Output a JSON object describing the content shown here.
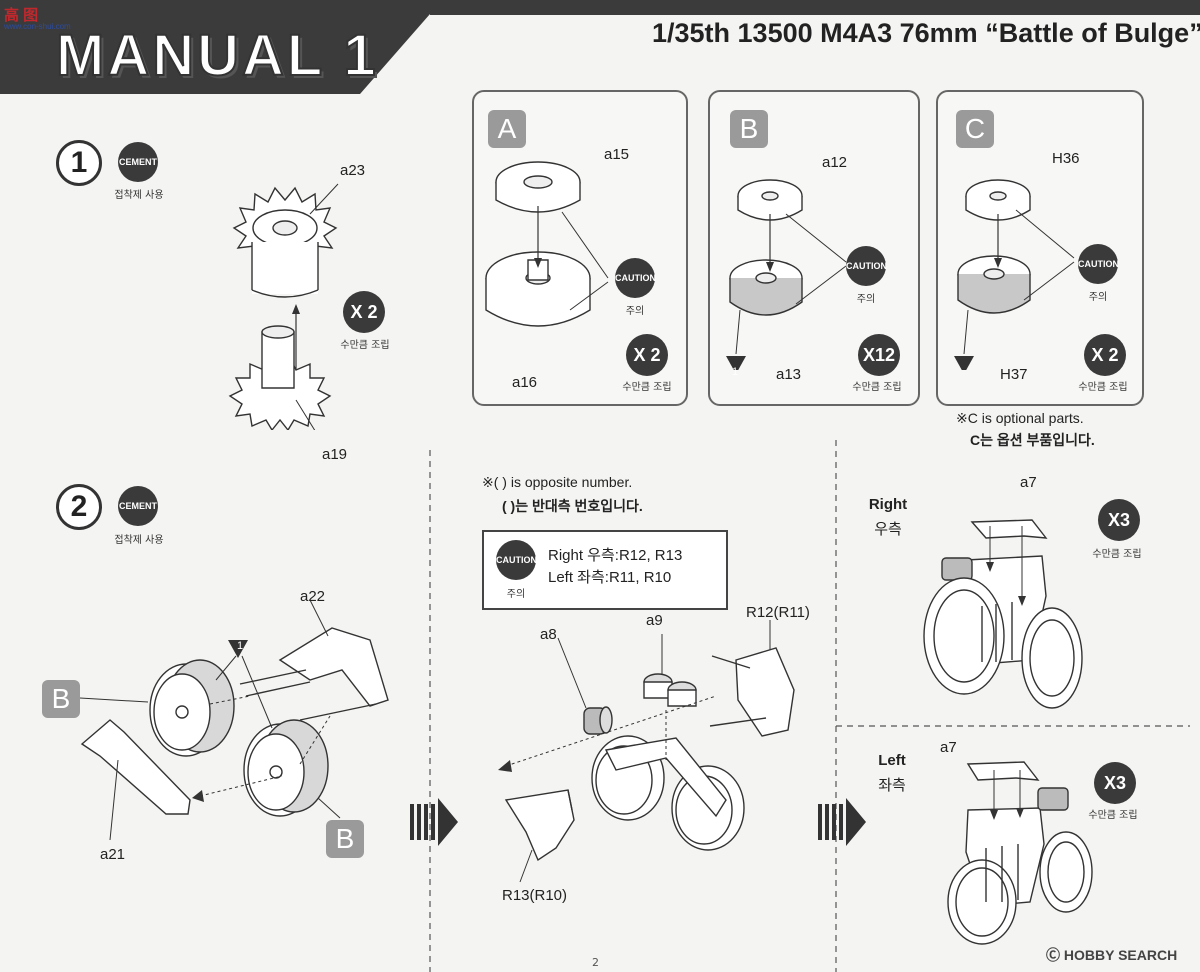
{
  "header": {
    "logo_text": "高 图",
    "logo_sub": "www.con-shui.com",
    "manual_title": "MANUAL 1",
    "model_title": "1/35th 13500 M4A3 76mm “Battle of Bulge”"
  },
  "steps": [
    {
      "number": "1",
      "badge": "CEMENT",
      "badge_sub": "접착제 사용",
      "qty": "X 2",
      "qty_sub": "수만큼 조립",
      "parts": [
        "a23",
        "a19"
      ]
    },
    {
      "number": "2",
      "badge": "CEMENT",
      "badge_sub": "접착제 사용",
      "parts": [
        "a22",
        "a21"
      ],
      "tags": [
        "B",
        "B"
      ],
      "marker": "1"
    }
  ],
  "panels": [
    {
      "letter": "A",
      "parts": [
        "a15",
        "a16"
      ],
      "caution": "CAUTION",
      "caution_sub": "주의",
      "qty": "X 2",
      "qty_sub": "수만큼 조립"
    },
    {
      "letter": "B",
      "parts": [
        "a12",
        "a13"
      ],
      "caution": "CAUTION",
      "caution_sub": "주의",
      "qty": "X12",
      "qty_sub": "수만큼 조립",
      "marker": "1"
    },
    {
      "letter": "C",
      "parts": [
        "H36",
        "H37"
      ],
      "caution": "CAUTION",
      "caution_sub": "주의",
      "qty": "X 2",
      "qty_sub": "수만큼 조립",
      "marker": "1"
    }
  ],
  "optional_note": {
    "line1": "※C is optional parts.",
    "line2": "C는 옵션 부품입니다."
  },
  "opposite_note": {
    "line1": "※( ) is opposite number.",
    "line2": "( )는 반대측 번호입니다."
  },
  "caution_box": {
    "badge": "CAUTION",
    "badge_sub": "주의",
    "right": "Right 우측:R12, R13",
    "left": "Left   좌측:R11, R10"
  },
  "middle_parts": [
    "a8",
    "a9",
    "R12(R11)",
    "R13(R10)"
  ],
  "right_side": {
    "label": "Right",
    "label_kr": "우측",
    "part": "a7",
    "qty": "X3",
    "qty_sub": "수만큼 조립"
  },
  "left_side": {
    "label": "Left",
    "label_kr": "좌측",
    "part": "a7",
    "qty": "X3",
    "qty_sub": "수만큼 조립"
  },
  "footer": {
    "logo": "Ⓒ HOBBY SEARCH",
    "page": "2"
  }
}
